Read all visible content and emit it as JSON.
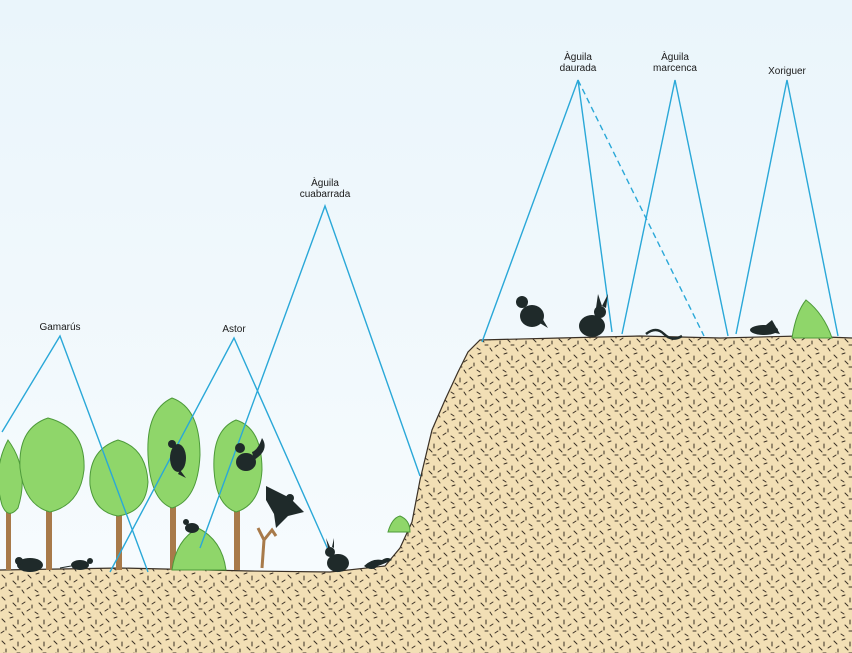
{
  "diagram": {
    "colors": {
      "sky_top": "#eaf5fb",
      "sky_bottom": "#f8fcfe",
      "ground": "#f2dfb5",
      "ground_speckle": "#3a3025",
      "hunting_lines": "#2aa8d8",
      "foliage": "#8fd66a",
      "foliage_dark": "#4d9a3a",
      "trunk": "#a87a4a",
      "silhouette": "#1f2a2a"
    },
    "raptors": [
      {
        "id": "gamarus",
        "label_lines": [
          "Gamarús"
        ]
      },
      {
        "id": "astor",
        "label_lines": [
          "Astor"
        ]
      },
      {
        "id": "aguila-cuabarrada",
        "label_lines": [
          "Àguila",
          "cuabarrada"
        ]
      },
      {
        "id": "aguila-daurada",
        "label_lines": [
          "Àguila",
          "daurada"
        ]
      },
      {
        "id": "aguila-marcenca",
        "label_lines": [
          "Àguila",
          "marcenca"
        ]
      },
      {
        "id": "xoriguer",
        "label_lines": [
          "Xoriguer"
        ]
      }
    ],
    "prey_icons": [
      "rodent-icon",
      "mouse-icon",
      "small-bird-icon",
      "crow-icon",
      "squirrel-icon",
      "pigeon-icon",
      "rabbit-icon",
      "lizard-icon",
      "partridge-icon",
      "hare-icon",
      "snake-icon",
      "grasshopper-icon"
    ]
  }
}
